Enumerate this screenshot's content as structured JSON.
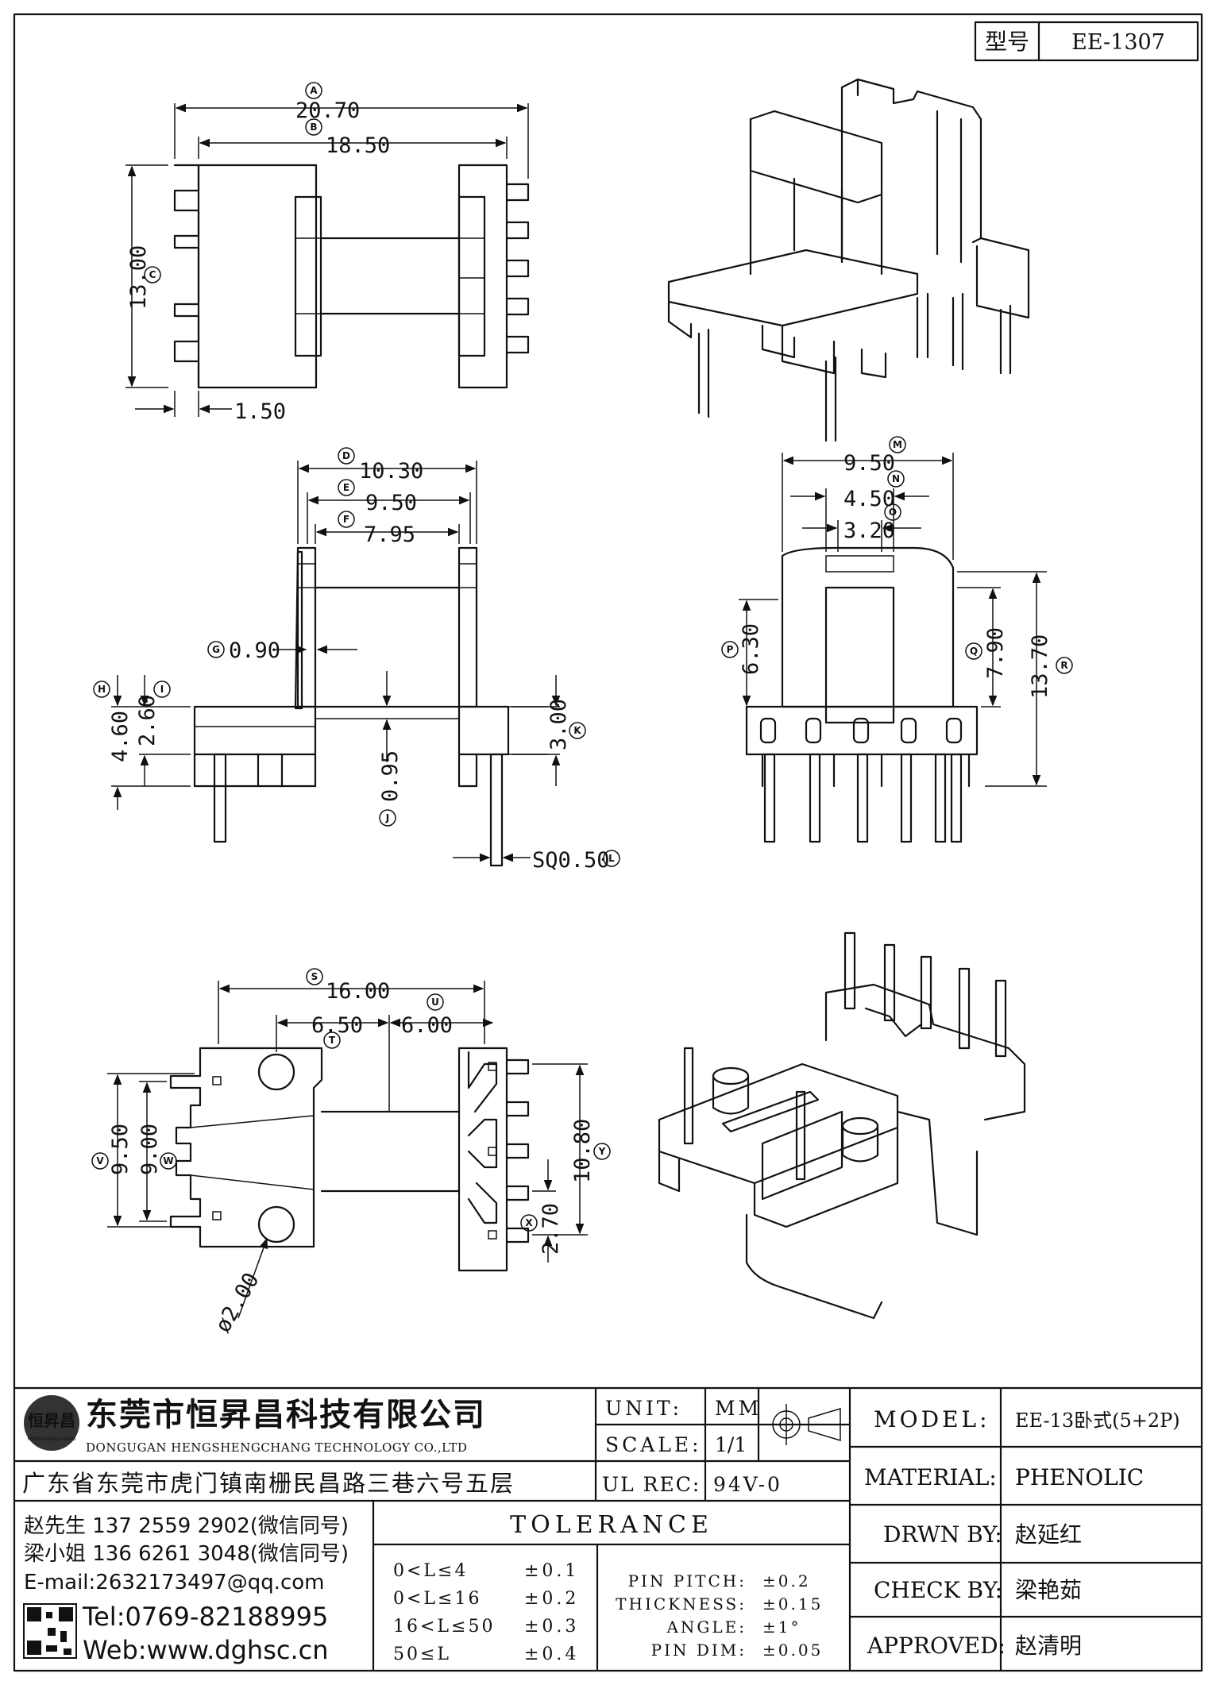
{
  "header": {
    "model_label": "型号",
    "model_value": "EE-1307"
  },
  "dimensions": {
    "A": "20.70",
    "B": "18.50",
    "C": "13.00",
    "side_w": "1.50",
    "D": "10.30",
    "E": "9.50",
    "F": "7.95",
    "G": "0.90",
    "H": "4.60",
    "I": "2.60",
    "J": "0.95",
    "K": "3.00",
    "L": "SQ0.50",
    "M": "9.50",
    "N": "4.50",
    "O": "3.20",
    "P": "6.30",
    "Q": "7.90",
    "R": "13.70",
    "S": "16.00",
    "T": "6.50",
    "U": "6.00",
    "V": "9.50",
    "W": "9.00",
    "X": "2.70",
    "Y": "10.80",
    "hole": "ø2.00"
  },
  "markers": [
    "A",
    "B",
    "C",
    "D",
    "E",
    "F",
    "G",
    "H",
    "I",
    "J",
    "K",
    "L",
    "M",
    "N",
    "O",
    "P",
    "Q",
    "R",
    "S",
    "T",
    "U",
    "V",
    "W",
    "X",
    "Y"
  ],
  "company": {
    "logo_text": "恒昇昌",
    "logo_sub": "HENGSHENGCHANG",
    "name_cn": "东莞市恒昇昌科技有限公司",
    "name_en": "DONGUGAN HENGSHENGCHANG TECHNOLOGY CO.,LTD",
    "address": "广东省东莞市虎门镇南栅民昌路三巷六号五层",
    "contact1": "赵先生 137 2559 2902(微信同号)",
    "contact2": "梁小姐 136 6261 3048(微信同号)",
    "email": "E-mail:2632173497@qq.com",
    "tel": "Tel:0769-82188995",
    "web": "Web:www.dghsc.cn"
  },
  "title_block": {
    "unit_label": "UNIT:",
    "unit_value": "MM",
    "scale_label": "SCALE:",
    "scale_value": "1/1",
    "ulrec_label": "UL REC:",
    "ulrec_value": "94V-0",
    "model_label": "MODEL:",
    "model_value": "EE-13卧式(5+2P)",
    "material_label": "MATERIAL:",
    "material_value": "PHENOLIC",
    "drwn_label": "DRWN BY:",
    "drwn_value": "赵延红",
    "check_label": "CHECK BY:",
    "check_value": "梁艳茹",
    "approved_label": "APPROVED:",
    "approved_value": "赵清明"
  },
  "tolerance": {
    "title": "TOLERANCE",
    "rows": [
      {
        "range": "0<L≤4",
        "value": "±0.1"
      },
      {
        "range": "0<L≤16",
        "value": "±0.2"
      },
      {
        "range": "16<L≤50",
        "value": "±0.3"
      },
      {
        "range": "50≤L",
        "value": "±0.4"
      }
    ],
    "other": [
      {
        "label": "PIN PITCH:",
        "value": "±0.2"
      },
      {
        "label": "THICKNESS:",
        "value": "±0.15"
      },
      {
        "label": "ANGLE:",
        "value": "±1°"
      },
      {
        "label": "PIN DIM:",
        "value": "±0.05"
      }
    ]
  }
}
